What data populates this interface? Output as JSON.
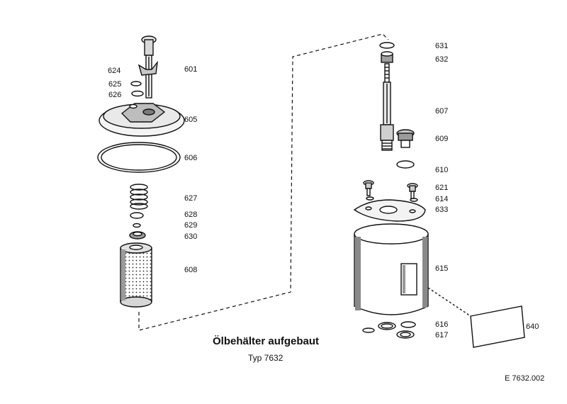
{
  "title": "Ölbehälter aufgebaut",
  "subtitle": "Typ 7632",
  "drawing_code": "E 7632.002",
  "labels": {
    "p601": "601",
    "p624": "624",
    "p625": "625",
    "p626": "626",
    "p605": "605",
    "p606": "606",
    "p627": "627",
    "p628": "628",
    "p629": "629",
    "p630": "630",
    "p608": "608",
    "p631": "631",
    "p632": "632",
    "p607": "607",
    "p609": "609",
    "p610": "610",
    "p621": "621",
    "p614": "614",
    "p633": "633",
    "p615": "615",
    "p616": "616",
    "p617": "617",
    "p640": "640"
  }
}
